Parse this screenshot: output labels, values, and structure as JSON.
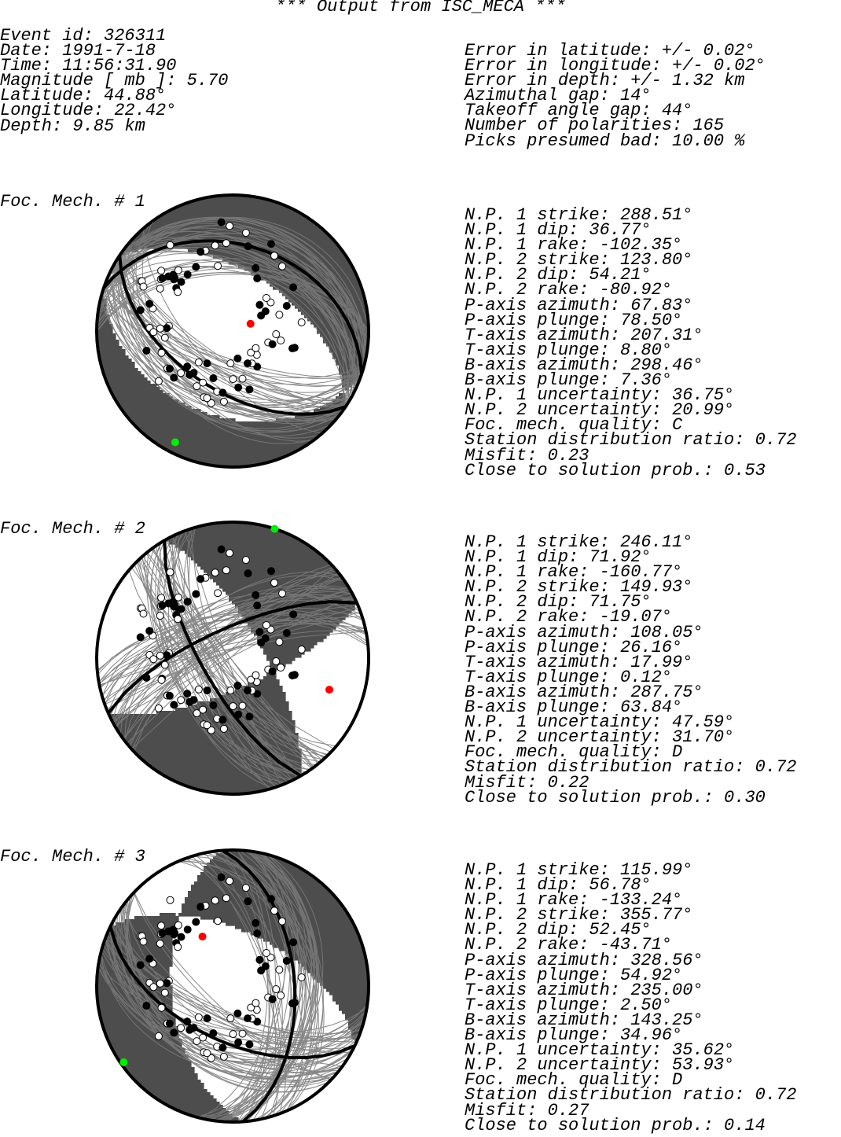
{
  "title": "*** Output from ISC_MECA ***",
  "event": {
    "left": [
      "Event id: 326311",
      "Date: 1991-7-18",
      "Time: 11:56:31.90",
      "Magnitude [ mb ]: 5.70",
      "Latitude: 44.88°",
      "Longitude: 22.42°",
      "Depth: 9.85 km"
    ],
    "right": [
      "Error in latitude: +/- 0.02°",
      "Error in longitude: +/- 0.02°",
      "Error in depth: +/- 1.32 km",
      "Azimuthal gap: 14°",
      "Takeoff angle gap: 44°",
      "Number of polarities: 165",
      "Picks presumed bad: 10.00 %"
    ]
  },
  "mechanisms": [
    {
      "label": "Foc. Mech. # 1",
      "params": [
        "N.P. 1 strike: 288.51°",
        "N.P. 1 dip: 36.77°",
        "N.P. 1 rake: -102.35°",
        "N.P. 2 strike: 123.80°",
        "N.P. 2 dip: 54.21°",
        "N.P. 2 rake: -80.92°",
        "P-axis azimuth: 67.83°",
        "P-axis plunge: 78.50°",
        "T-axis azimuth: 207.31°",
        "T-axis plunge: 8.80°",
        "B-axis azimuth: 298.46°",
        "B-axis plunge: 7.36°",
        "N.P. 1 uncertainty: 36.75°",
        "N.P. 2 uncertainty: 20.99°",
        "Foc. mech. quality: C",
        "Station distribution ratio: 0.72",
        "Misfit: 0.23",
        "Close to solution prob.: 0.53"
      ]
    },
    {
      "label": "Foc. Mech. # 2",
      "params": [
        "N.P. 1 strike: 246.11°",
        "N.P. 1 dip: 71.92°",
        "N.P. 1 rake: -160.77°",
        "N.P. 2 strike: 149.93°",
        "N.P. 2 dip: 71.75°",
        "N.P. 2 rake: -19.07°",
        "P-axis azimuth: 108.05°",
        "P-axis plunge: 26.16°",
        "T-axis azimuth: 17.99°",
        "T-axis plunge: 0.12°",
        "B-axis azimuth: 287.75°",
        "B-axis plunge: 63.84°",
        "N.P. 1 uncertainty: 47.59°",
        "N.P. 2 uncertainty: 31.70°",
        "Foc. mech. quality: D",
        "Station distribution ratio: 0.72",
        "Misfit: 0.22",
        "Close to solution prob.: 0.30"
      ]
    },
    {
      "label": "Foc. Mech. # 3",
      "params": [
        "N.P. 1 strike: 115.99°",
        "N.P. 1 dip: 56.78°",
        "N.P. 1 rake: -133.24°",
        "N.P. 2 strike: 355.77°",
        "N.P. 2 dip: 52.45°",
        "N.P. 2 rake: -43.71°",
        "P-axis azimuth: 328.56°",
        "P-axis plunge: 54.92°",
        "T-axis azimuth: 235.00°",
        "T-axis plunge: 2.50°",
        "B-axis azimuth: 143.25°",
        "B-axis plunge: 34.96°",
        "N.P. 1 uncertainty: 35.62°",
        "N.P. 2 uncertainty: 53.93°",
        "Foc. mech. quality: D",
        "Station distribution ratio: 0.72",
        "Misfit: 0.27",
        "Close to solution prob.: 0.14"
      ]
    }
  ],
  "colors": {
    "compressional_fill": "#4d4d4d",
    "solution_lines": "#7a7a7a",
    "plane_lines": "#000000",
    "p_axis": "#ff0000",
    "t_axis": "#00ee00",
    "polarity_up": "#000000",
    "polarity_down": "#ffffff"
  }
}
